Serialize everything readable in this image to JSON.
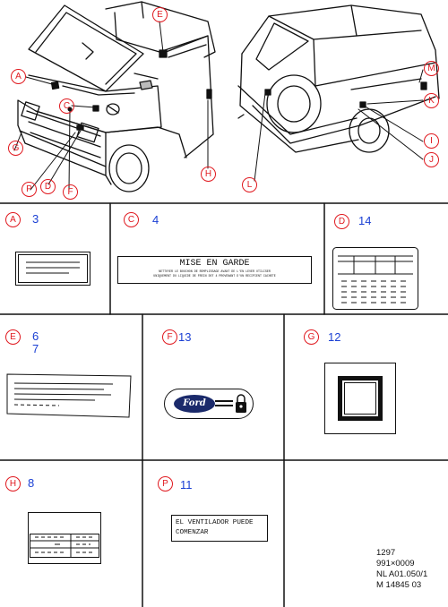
{
  "callouts": {
    "A": "A",
    "C": "C",
    "D": "D",
    "E": "E",
    "F": "F",
    "G": "G",
    "H": "H",
    "I": "I",
    "J": "J",
    "K": "K",
    "L": "L",
    "M": "M",
    "P": "P"
  },
  "panels": {
    "A": {
      "letter": "A",
      "qty": "3"
    },
    "C": {
      "letter": "C",
      "qty": "4",
      "label_title": "MISE EN GARDE",
      "label_line1": "NETTOYER LE BOUCHON DE REMPLISSAGE AVANT DE L'EN LEVER UTILISER",
      "label_line2": "UNIQUEMENT DU LIQUIDE DE FREIN DOT 4 PROVENANT D'UN RECIPIENT CACHETE"
    },
    "D": {
      "letter": "D",
      "qty": "14"
    },
    "E": {
      "letter": "E",
      "qty1": "6",
      "qty2": "7"
    },
    "F": {
      "letter": "F",
      "qty": "13",
      "logo_text": "Ford"
    },
    "G": {
      "letter": "G",
      "qty": "12"
    },
    "H": {
      "letter": "H",
      "qty": "8"
    },
    "P": {
      "letter": "P",
      "qty": "11",
      "label_line1": "EL VENTILADOR PUEDE",
      "label_line2": "COMENZAR"
    }
  },
  "footer": {
    "line1": "1297",
    "line2": "991×0009",
    "line3": "NL A01.050/1",
    "line4": "M 14845 03"
  },
  "colors": {
    "callout": "#e0191f",
    "quantity": "#1a3fd4",
    "line": "#111111",
    "ford_oval": "#1b2a6b"
  }
}
